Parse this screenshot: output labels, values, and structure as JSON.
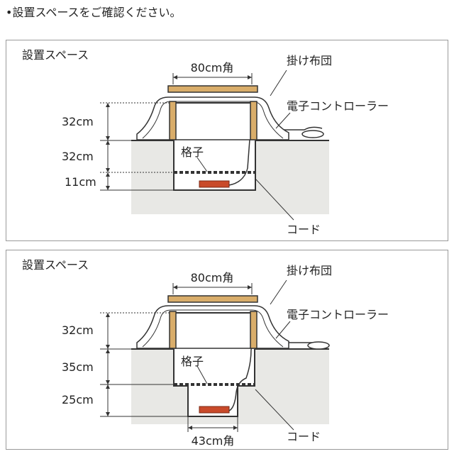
{
  "header": "•設置スペースをご確認ください。",
  "panels": [
    {
      "title": "設置スペース",
      "top_size": "80cm角",
      "labels": {
        "futon": "掛け布団",
        "controller": "電子コントローラー",
        "grid": "格子",
        "cord": "コード"
      },
      "heights": [
        "32cm",
        "32cm",
        "11cm"
      ]
    },
    {
      "title": "設置スペース",
      "top_size": "80cm角",
      "labels": {
        "futon": "掛け布団",
        "controller": "電子コントローラー",
        "grid": "格子",
        "cord": "コード"
      },
      "heights": [
        "32cm",
        "35cm",
        "25cm"
      ],
      "bottom_size": "43cm角"
    }
  ],
  "colors": {
    "floor": "#e8e8e5",
    "wood": "#d9ad6a",
    "heater": "#c94a2a",
    "line": "#333333"
  }
}
